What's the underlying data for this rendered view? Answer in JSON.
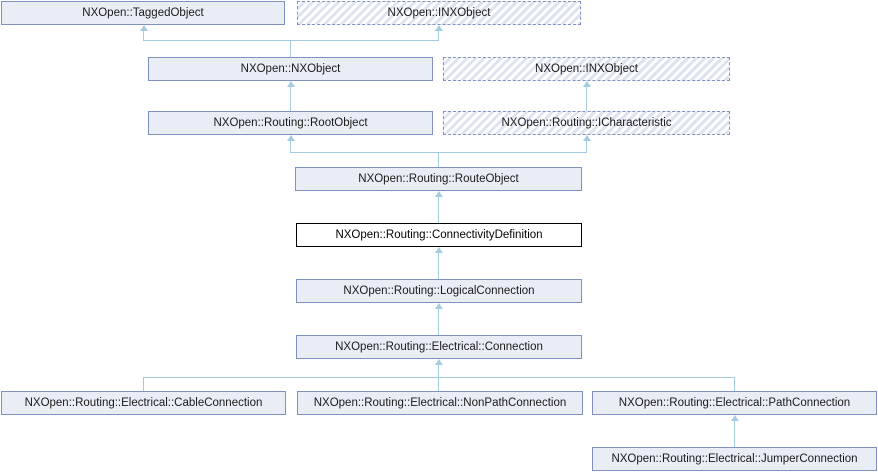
{
  "diagram": {
    "type": "class-inheritance",
    "current_class": "NXOpen::Routing::ConnectivityDefinition",
    "nodes": {
      "tagged_object": {
        "label": "NXOpen::TaggedObject",
        "style": "solid"
      },
      "inx_object_top": {
        "label": "NXOpen::INXObject",
        "style": "hatched"
      },
      "nx_object": {
        "label": "NXOpen::NXObject",
        "style": "solid"
      },
      "inx_object_mid": {
        "label": "NXOpen::INXObject",
        "style": "hatched"
      },
      "root_object": {
        "label": "NXOpen::Routing::RootObject",
        "style": "solid"
      },
      "icharacteristic": {
        "label": "NXOpen::Routing::ICharacteristic",
        "style": "hatched"
      },
      "route_object": {
        "label": "NXOpen::Routing::RouteObject",
        "style": "solid"
      },
      "connectivity_definition": {
        "label": "NXOpen::Routing::ConnectivityDefinition",
        "style": "current"
      },
      "logical_connection": {
        "label": "NXOpen::Routing::LogicalConnection",
        "style": "solid"
      },
      "electrical_connection": {
        "label": "NXOpen::Routing::Electrical::Connection",
        "style": "solid"
      },
      "cable_connection": {
        "label": "NXOpen::Routing::Electrical::CableConnection",
        "style": "solid"
      },
      "non_path_connection": {
        "label": "NXOpen::Routing::Electrical::NonPathConnection",
        "style": "solid"
      },
      "path_connection": {
        "label": "NXOpen::Routing::Electrical::PathConnection",
        "style": "solid"
      },
      "jumper_connection": {
        "label": "NXOpen::Routing::Electrical::JumperConnection",
        "style": "solid"
      }
    },
    "edges": [
      {
        "from": "NXOpen::NXObject",
        "to": "NXOpen::TaggedObject"
      },
      {
        "from": "NXOpen::NXObject",
        "to": "NXOpen::INXObject"
      },
      {
        "from": "NXOpen::Routing::RootObject",
        "to": "NXOpen::NXObject"
      },
      {
        "from": "NXOpen::Routing::ICharacteristic",
        "to": "NXOpen::INXObject"
      },
      {
        "from": "NXOpen::Routing::RouteObject",
        "to": "NXOpen::Routing::RootObject"
      },
      {
        "from": "NXOpen::Routing::RouteObject",
        "to": "NXOpen::Routing::ICharacteristic"
      },
      {
        "from": "NXOpen::Routing::ConnectivityDefinition",
        "to": "NXOpen::Routing::RouteObject"
      },
      {
        "from": "NXOpen::Routing::LogicalConnection",
        "to": "NXOpen::Routing::ConnectivityDefinition"
      },
      {
        "from": "NXOpen::Routing::Electrical::Connection",
        "to": "NXOpen::Routing::LogicalConnection"
      },
      {
        "from": "NXOpen::Routing::Electrical::CableConnection",
        "to": "NXOpen::Routing::Electrical::Connection"
      },
      {
        "from": "NXOpen::Routing::Electrical::NonPathConnection",
        "to": "NXOpen::Routing::Electrical::Connection"
      },
      {
        "from": "NXOpen::Routing::Electrical::PathConnection",
        "to": "NXOpen::Routing::Electrical::Connection"
      },
      {
        "from": "NXOpen::Routing::Electrical::JumperConnection",
        "to": "NXOpen::Routing::Electrical::PathConnection"
      }
    ],
    "colors": {
      "node_border": "#7f90c1",
      "node_fill": "#e9edf6",
      "hatch_stripe": "#dde3f1",
      "current_border": "#000000",
      "current_fill": "#ffffff",
      "arrow": "#a5cbe0",
      "text": "#1a1a1a",
      "background": "#ffffff"
    }
  }
}
